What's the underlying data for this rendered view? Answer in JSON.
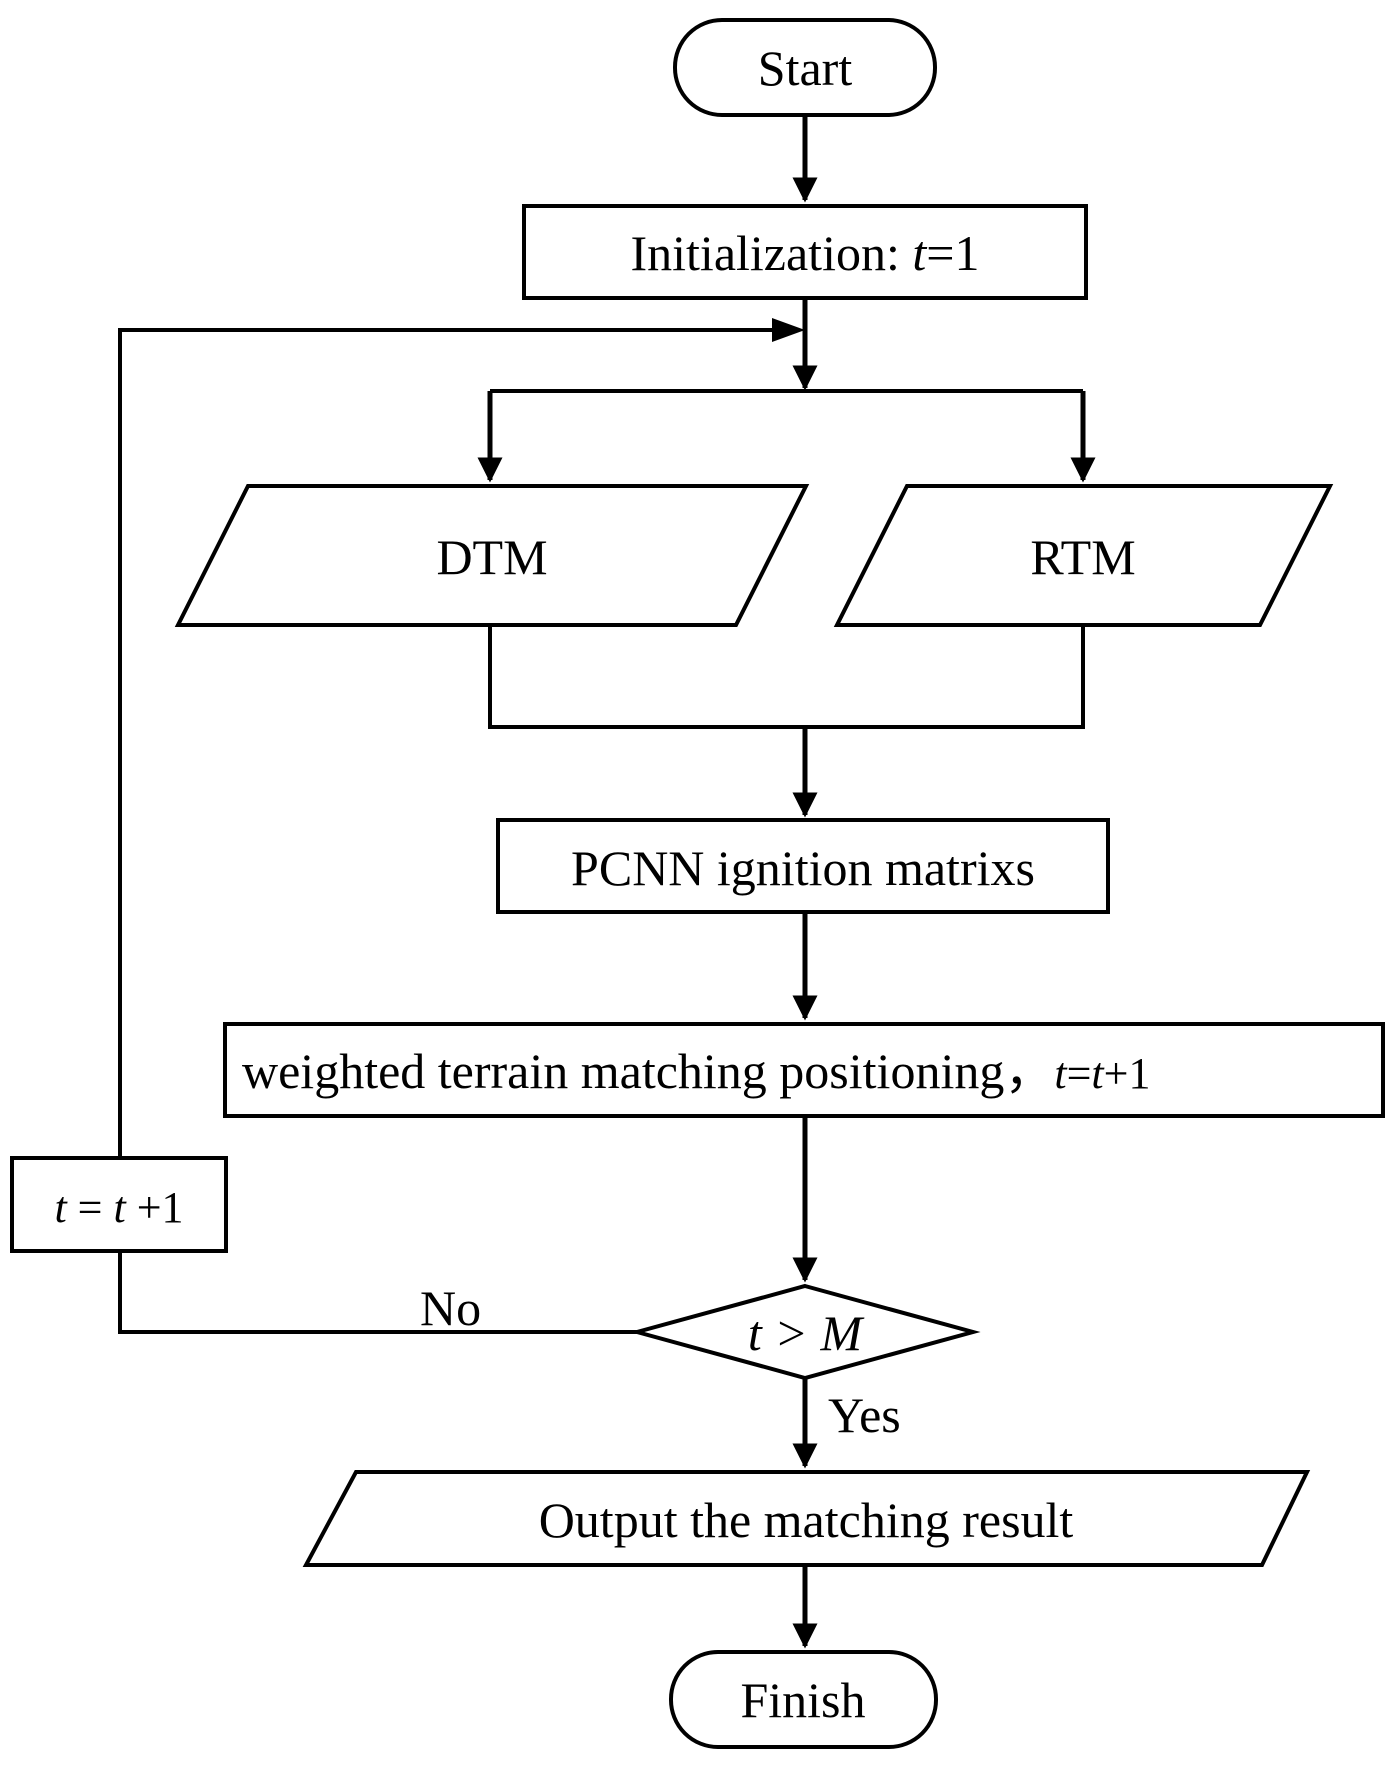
{
  "diagram": {
    "nodes": {
      "start": {
        "label": "Start"
      },
      "init": {
        "prefix": "Initialization: ",
        "var": "t",
        "suffix": "=1"
      },
      "dtm": {
        "label": "DTM"
      },
      "rtm": {
        "label": "RTM"
      },
      "pcnn": {
        "label": "PCNN ignition matrixs"
      },
      "wtm": {
        "label": "weighted terrain matching positioning，",
        "var": "t",
        "eq": "=",
        "var2": "t",
        "suffix": "+1"
      },
      "loop_update": {
        "var": "t",
        "eq": " = ",
        "var2": "t",
        "suffix": " +1"
      },
      "decision": {
        "var": "t",
        "op": " > ",
        "var2": "M"
      },
      "output": {
        "label": "Output the matching result"
      },
      "finish": {
        "label": "Finish"
      }
    },
    "edge_labels": {
      "no": "No",
      "yes": "Yes"
    }
  }
}
